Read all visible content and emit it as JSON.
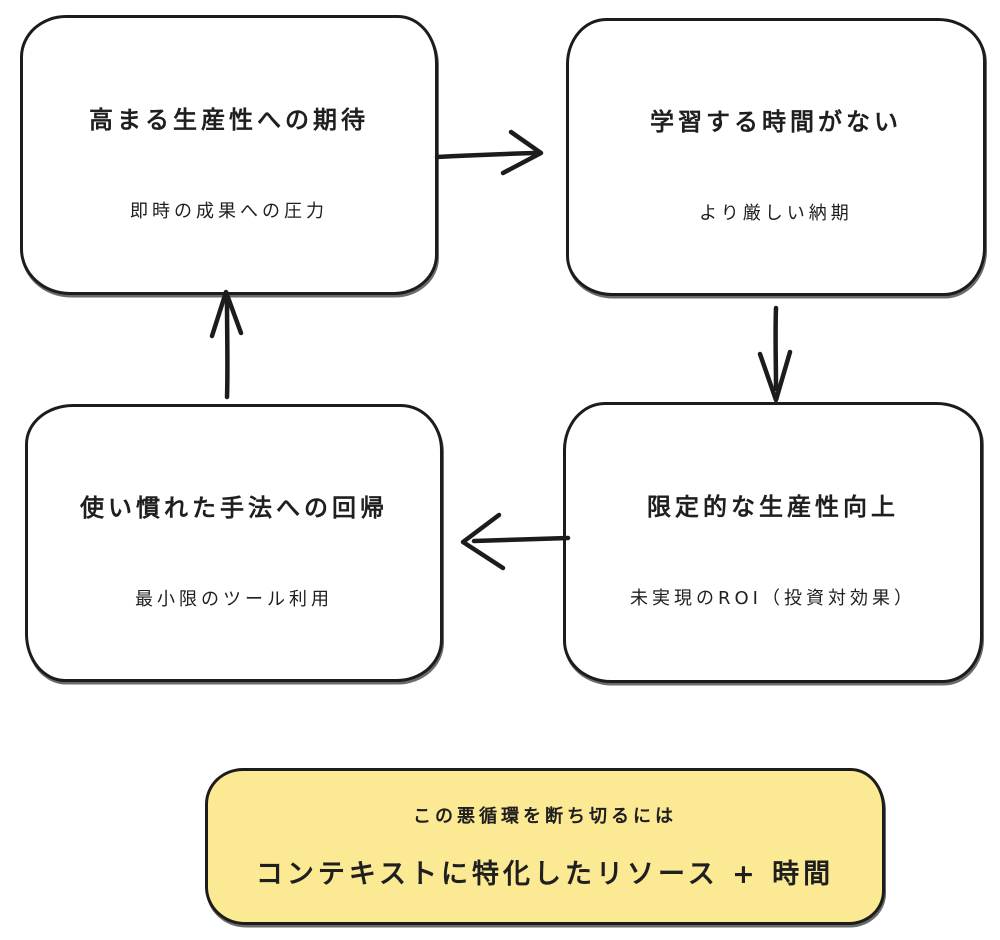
{
  "diagram": {
    "title_hint": "productivity-vicious-cycle",
    "colors": {
      "ink": "#1c1c1c",
      "background": "#ffffff",
      "solution_fill": "#fbe994",
      "text": "#1f1f1f"
    },
    "boxes": [
      {
        "id": "rising-expectations",
        "title": "高まる生産性への期待",
        "subtitle": "即時の成果への圧力"
      },
      {
        "id": "no-learning-time",
        "title": "学習する時間がない",
        "subtitle": "より厳しい納期"
      },
      {
        "id": "limited-gains",
        "title": "限定的な生産性向上",
        "subtitle": "未実現のROI（投資対効果）"
      },
      {
        "id": "familiar-methods",
        "title": "使い慣れた手法への回帰",
        "subtitle": "最小限のツール利用"
      }
    ],
    "arrows": [
      {
        "id": "expectations-to-no-time",
        "direction": "right"
      },
      {
        "id": "no-time-to-limited-gains",
        "direction": "down"
      },
      {
        "id": "limited-gains-to-familiar-methods",
        "direction": "left"
      },
      {
        "id": "familiar-methods-to-expectations",
        "direction": "up"
      }
    ],
    "solution": {
      "intro": "この悪循環を断ち切るには",
      "main": "コンテキストに特化したリソース + 時間"
    }
  }
}
